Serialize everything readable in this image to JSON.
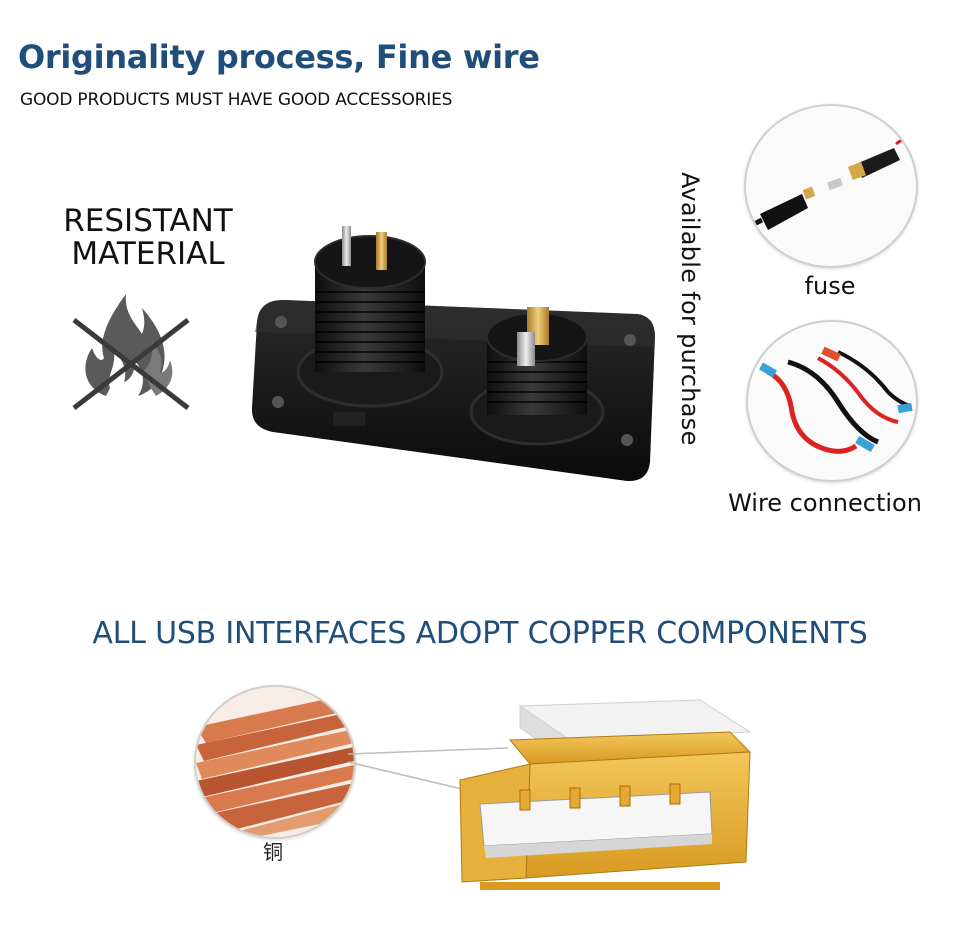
{
  "header": {
    "title": "Originality process, Fine wire",
    "subtitle": "GOOD PRODUCTS MUST HAVE GOOD ACCESSORIES"
  },
  "feature": {
    "resistant_line1": "RESISTANT",
    "resistant_line2": "MATERIAL",
    "icon": "no-fire-icon"
  },
  "accessories": {
    "vertical_label": "Available for purchase",
    "items": [
      {
        "label": "fuse",
        "icon": "fuse-image"
      },
      {
        "label": "Wire connection",
        "icon": "wire-connection-image"
      }
    ]
  },
  "usb_section": {
    "heading": "ALL USB INTERFACES ADOPT COPPER COMPONENTS",
    "copper_label": "铜"
  },
  "colors": {
    "heading_blue": "#1e4e79",
    "copper": "#c8643c",
    "usb_gold": "#e6b13a"
  }
}
